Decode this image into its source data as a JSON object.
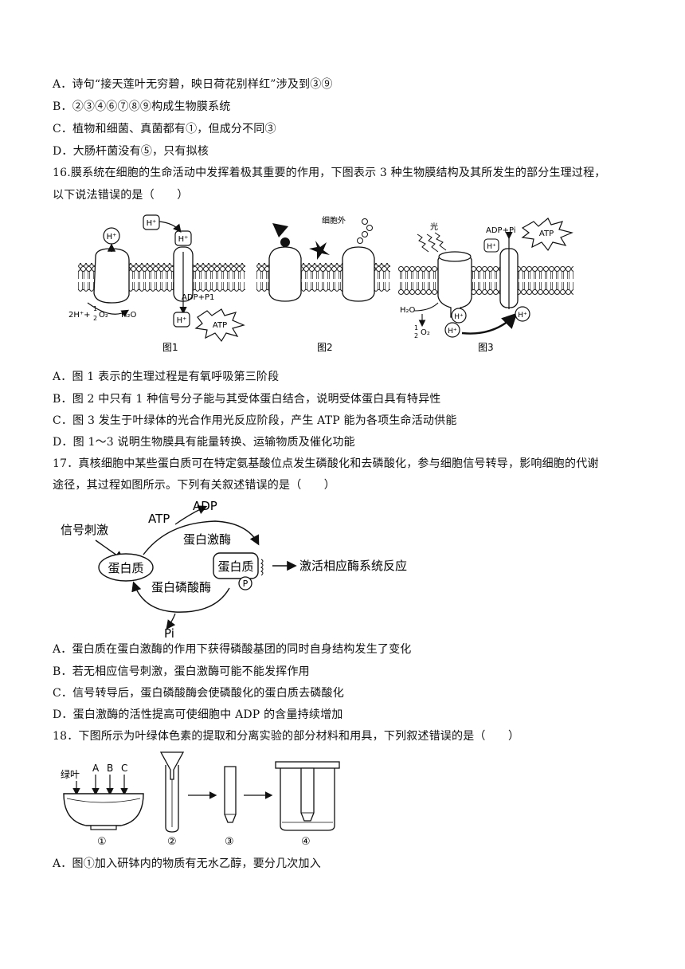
{
  "q15": {
    "options": [
      "A．诗句“接天莲叶无穷碧，映日荷花别样红”涉及到③⑨",
      "B．②③④⑥⑦⑧⑨构成生物膜系统",
      "C．植物和细菌、真菌都有①，但成分不同③",
      "D．大肠杆菌没有⑤，只有拟核"
    ]
  },
  "q16": {
    "stem_line1": "16.膜系统在细胞的生命活动中发挥着极其重要的作用，下图表示 3 种生物膜结构及其所发生的部分生理过程，",
    "stem_line2": "以下说法错误的是（　　）",
    "figure": {
      "h": "H⁺",
      "reaction_in": "2H⁺+",
      "half": "1",
      "half_den": "2",
      "o2": "O₂",
      "h2o": "H₂O",
      "adp_p1": "ADP+P1",
      "adp_pi": "ADP+Pi",
      "atp": "ATP",
      "outside": "细胞外",
      "light": "光",
      "fig1": "图1",
      "fig2": "图2",
      "fig3": "图3"
    },
    "options": [
      "A．图 1 表示的生理过程是有氧呼吸第三阶段",
      "B．图 2 中只有 1 种信号分子能与其受体蛋白结合，说明受体蛋白具有特异性",
      "C．图 3 发生于叶绿体的光合作用光反应阶段，产生 ATP 能为各项生命活动供能",
      "D．图 1～3 说明生物膜具有能量转换、运输物质及催化功能"
    ]
  },
  "q17": {
    "stem_line1": "17．真核细胞中某些蛋白质可在特定氨基酸位点发生磷酸化和去磷酸化，参与细胞信号转导，影响细胞的代谢",
    "stem_line2": "途径，其过程如图所示。下列有关叙述错误的是（　　）",
    "figure": {
      "signal": "信号刺激",
      "atp": "ATP",
      "adp": "ADP",
      "kinase": "蛋白激酶",
      "protein_left": "蛋白质",
      "protein_right": "蛋白质",
      "p": "P",
      "activate": "激活相应酶系统反应",
      "phosphatase": "蛋白磷酸酶",
      "pi": "Pi"
    },
    "options": [
      "A．蛋白质在蛋白激酶的作用下获得磷酸基团的同时自身结构发生了变化",
      "B．若无相应信号刺激，蛋白激酶可能不能发挥作用",
      "C．信号转导后，蛋白磷酸酶会使磷酸化的蛋白质去磷酸化",
      "D．蛋白激酶的活性提高可使细胞中 ADP 的含量持续增加"
    ]
  },
  "q18": {
    "stem_line1": "18．下图所示为叶绿体色素的提取和分离实验的部分材料和用具，下列叙述错误的是（　　）",
    "figure": {
      "leaf": "绿叶",
      "a": "A",
      "b": "B",
      "c": "C",
      "n1": "①",
      "n2": "②",
      "n3": "③",
      "n4": "④"
    },
    "options": [
      "A．图①加入研钵内的物质有无水乙醇，要分几次加入"
    ]
  }
}
